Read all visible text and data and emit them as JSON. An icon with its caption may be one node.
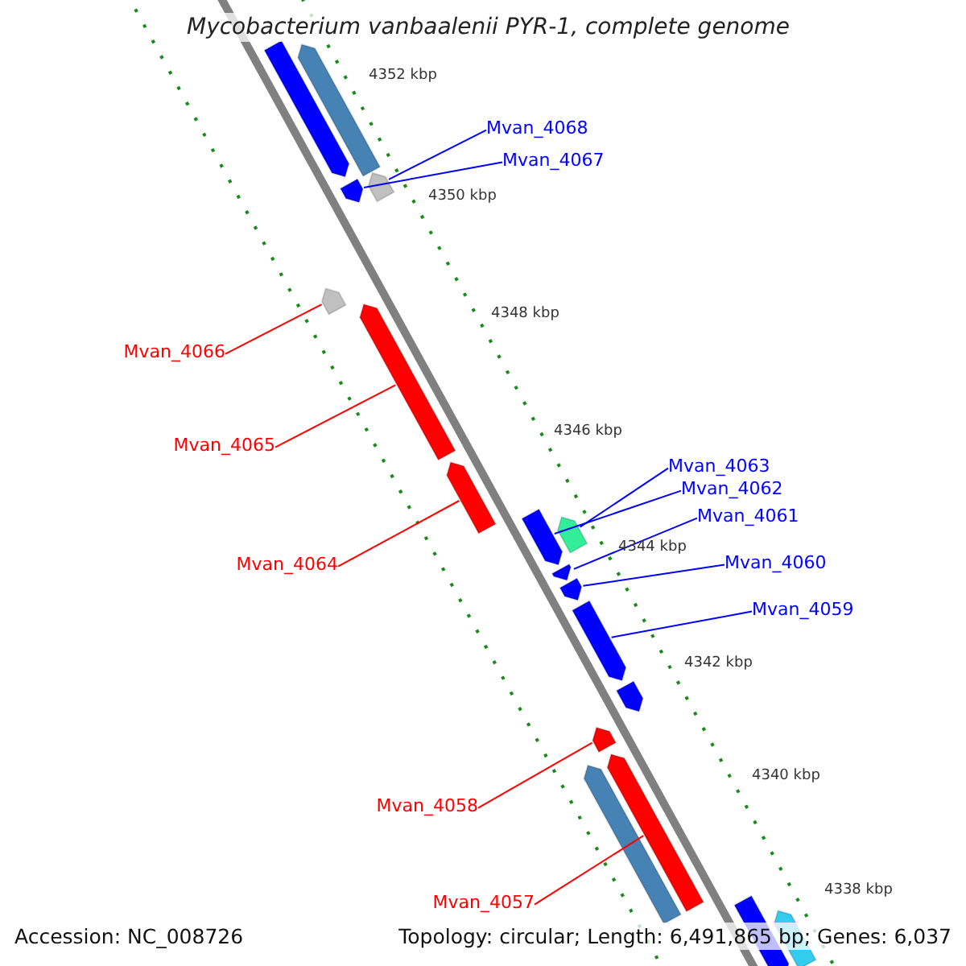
{
  "diagram": {
    "title": "Mycobacterium vanbaalenii PYR-1, complete genome",
    "nodes": [
      {
        "text": [
          "Mvan_4068"
        ]
      },
      {
        "text": [
          "Mvan_4067"
        ]
      },
      {
        "text": [
          "Mvan_4066"
        ]
      },
      {
        "text": [
          "Mvan_4065"
        ]
      },
      {
        "text": [
          "Mvan_4064"
        ]
      },
      {
        "text": [
          "Mvan_4063"
        ]
      },
      {
        "text": [
          "Mvan_4062"
        ]
      },
      {
        "text": [
          "Mvan_4061"
        ]
      },
      {
        "text": [
          "Mvan_4060"
        ]
      },
      {
        "text": [
          "Mvan_4059"
        ]
      },
      {
        "text": [
          "Mvan_4058"
        ]
      },
      {
        "text": [
          "Mvan_4057"
        ]
      },
      {
        "text": [],
        "shape": "bar"
      },
      {
        "text": [],
        "shape": "bar"
      },
      {
        "text": [],
        "shape": "bar"
      },
      {
        "text": [],
        "shape": "bar"
      },
      {
        "text": [],
        "shape": "bar"
      },
      {
        "text": [],
        "shape": "bar"
      },
      {
        "text": [],
        "shape": "bar"
      },
      {
        "text": [],
        "shape": "bar"
      },
      {
        "text": [],
        "shape": "bar"
      },
      {
        "text": [],
        "shape": "bar"
      },
      {
        "text": [],
        "shape": "bar"
      },
      {
        "text": [],
        "shape": "bar"
      },
      {
        "text": [],
        "shape": "bar"
      },
      {
        "text": [],
        "shape": "bar"
      },
      {
        "text": [],
        "shape": "bar"
      },
      {
        "text": [],
        "shape": "bar"
      },
      {
        "text": [],
        "shape": "bar"
      },
      {
        "text": [],
        "shape": "bar"
      }
    ],
    "edges": [
      {
        "from": 0,
        "to": 14,
        "arrow": "none"
      },
      {
        "from": 1,
        "to": 15,
        "arrow": "none"
      },
      {
        "from": 2,
        "to": 16,
        "arrow": "none",
        "color": "#ff0000"
      },
      {
        "from": 3,
        "to": 17,
        "arrow": "none",
        "color": "#ff0000"
      },
      {
        "from": 4,
        "to": 18,
        "arrow": "none",
        "color": "#ff0000"
      },
      {
        "from": 5,
        "to": 20,
        "arrow": "none"
      },
      {
        "from": 6,
        "to": 19,
        "arrow": "none"
      },
      {
        "from": 7,
        "to": 21,
        "arrow": "none"
      },
      {
        "from": 8,
        "to": 22,
        "arrow": "none"
      },
      {
        "from": 9,
        "to": 23,
        "arrow": "none"
      },
      {
        "from": 10,
        "to": 25,
        "arrow": "none",
        "color": "#ff0000"
      },
      {
        "from": 11,
        "to": 27,
        "arrow": "none",
        "color": "#ff0000"
      }
    ],
    "labels": [
      "4352 kbp",
      "4350 kbp",
      "4348 kbp",
      "4346 kbp",
      "4344 kbp",
      "4342 kbp",
      "4340 kbp",
      "4338 kbp",
      "Accession: NC_008726",
      "Topology: circular; Length: 6,491,865 bp; Genes: 6,037"
    ]
  }
}
